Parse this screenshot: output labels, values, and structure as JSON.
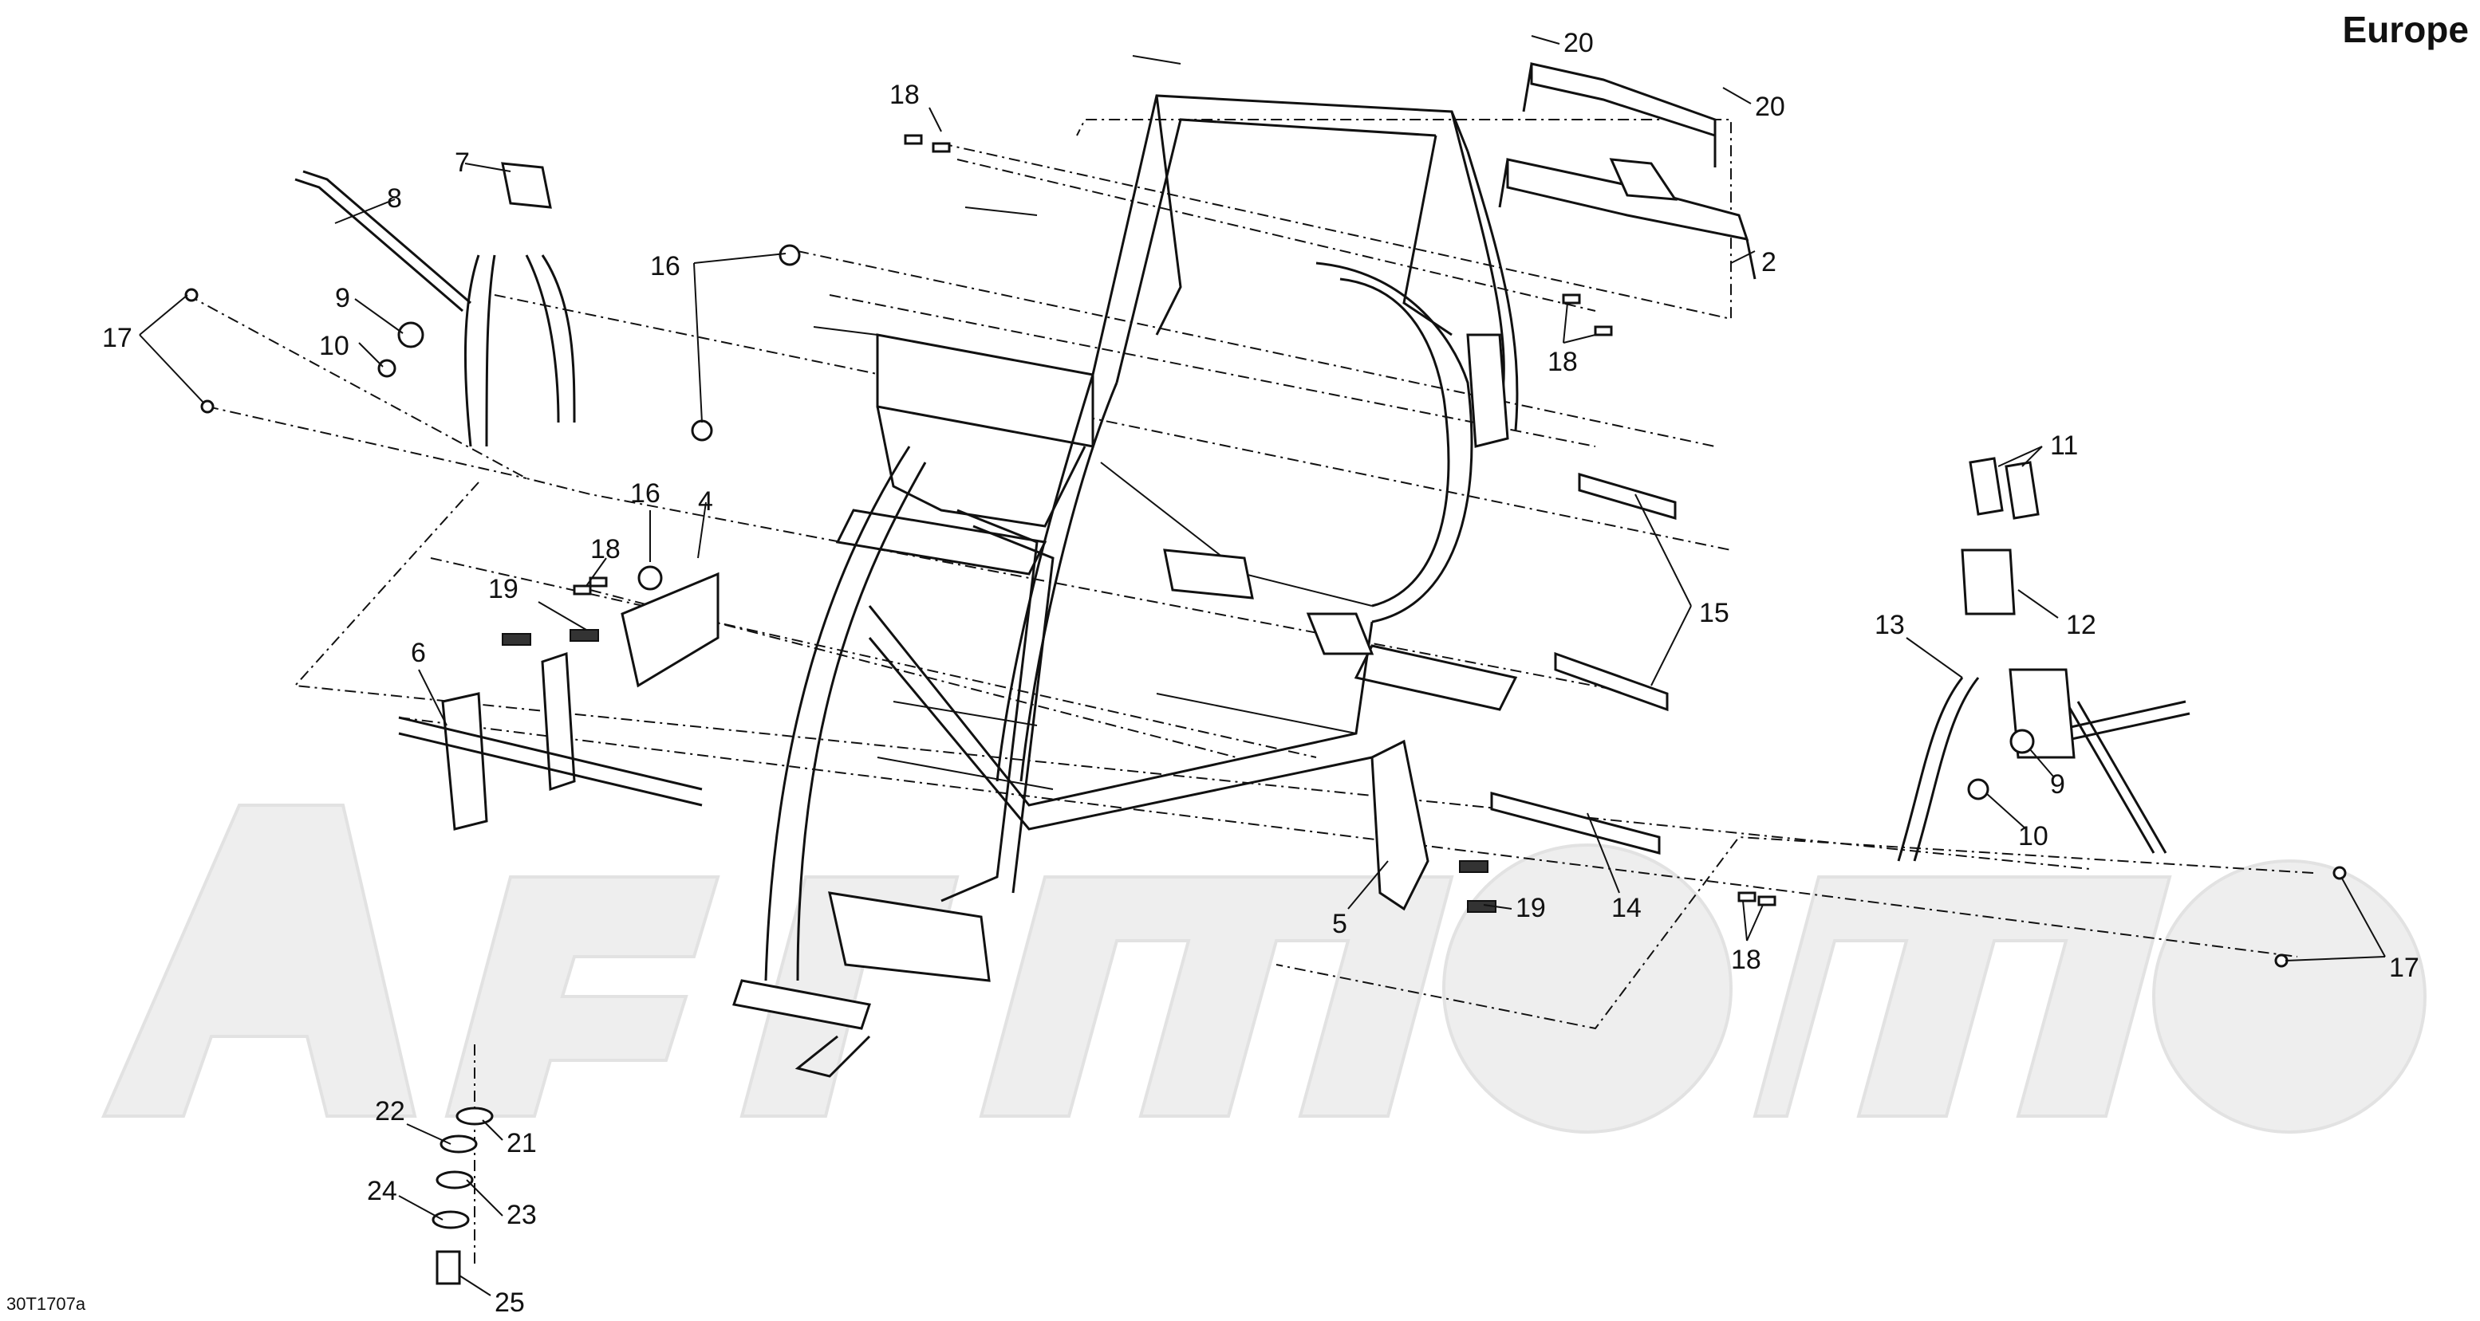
{
  "region": "Europe",
  "figure_code": "30T1707a",
  "callouts": [
    {
      "id": "c2",
      "label": "2"
    },
    {
      "id": "c4",
      "label": "4"
    },
    {
      "id": "c5",
      "label": "5"
    },
    {
      "id": "c6",
      "label": "6"
    },
    {
      "id": "c7",
      "label": "7"
    },
    {
      "id": "c8",
      "label": "8"
    },
    {
      "id": "c9a",
      "label": "9"
    },
    {
      "id": "c9b",
      "label": "9"
    },
    {
      "id": "c10a",
      "label": "10"
    },
    {
      "id": "c10b",
      "label": "10"
    },
    {
      "id": "c11",
      "label": "11"
    },
    {
      "id": "c12",
      "label": "12"
    },
    {
      "id": "c13",
      "label": "13"
    },
    {
      "id": "c14",
      "label": "14"
    },
    {
      "id": "c15",
      "label": "15"
    },
    {
      "id": "c16a",
      "label": "16"
    },
    {
      "id": "c16b",
      "label": "16"
    },
    {
      "id": "c17a",
      "label": "17"
    },
    {
      "id": "c17b",
      "label": "17"
    },
    {
      "id": "c18a",
      "label": "18"
    },
    {
      "id": "c18b",
      "label": "18"
    },
    {
      "id": "c18c",
      "label": "18"
    },
    {
      "id": "c18d",
      "label": "18"
    },
    {
      "id": "c19a",
      "label": "19"
    },
    {
      "id": "c19b",
      "label": "19"
    },
    {
      "id": "c20a",
      "label": "20"
    },
    {
      "id": "c20b",
      "label": "20"
    },
    {
      "id": "c21",
      "label": "21"
    },
    {
      "id": "c22",
      "label": "22"
    },
    {
      "id": "c23",
      "label": "23"
    },
    {
      "id": "c24",
      "label": "24"
    },
    {
      "id": "c25",
      "label": "25"
    }
  ],
  "colors": {
    "ink": "#111111",
    "paper": "#ffffff",
    "watermark": "#eeeeee"
  }
}
